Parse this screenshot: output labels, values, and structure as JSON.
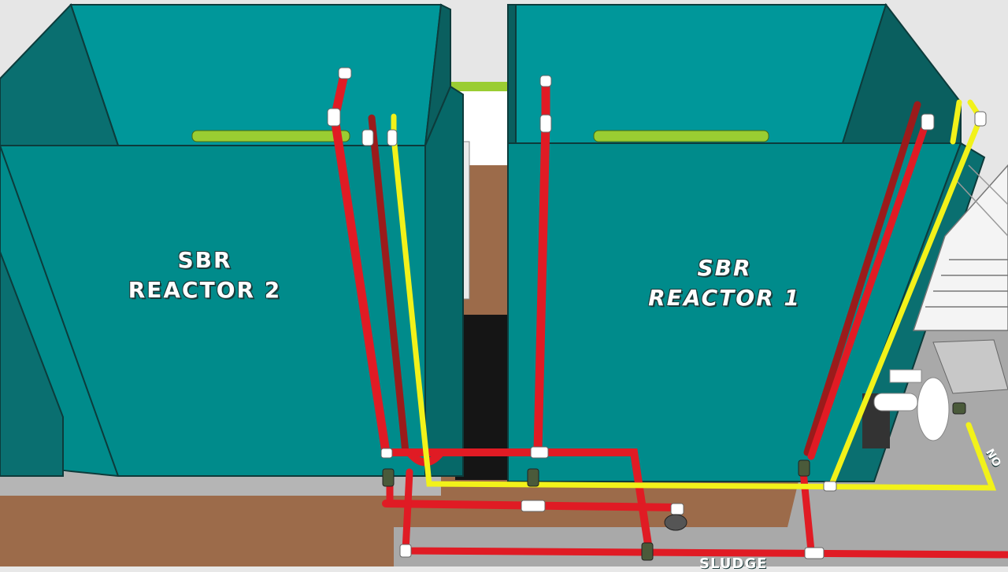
{
  "scene": {
    "reactor_2": {
      "line1": "SBR",
      "line2": "REACTOR 2"
    },
    "reactor_1": {
      "line1": "SBR",
      "line2": "REACTOR 1"
    },
    "bottom_label": "SLUDGE",
    "side_label": "NO"
  },
  "colors": {
    "tank": "#008b8b",
    "tank_dark": "#0a5f5f",
    "pipe_red": "#e01b24",
    "pipe_dark_red": "#9b1b1b",
    "pipe_yellow": "#f2f21a",
    "air_pipe_green": "#9acd32",
    "ground_brown": "#9c6b4a",
    "floor_grey": "#bdbdbd"
  }
}
